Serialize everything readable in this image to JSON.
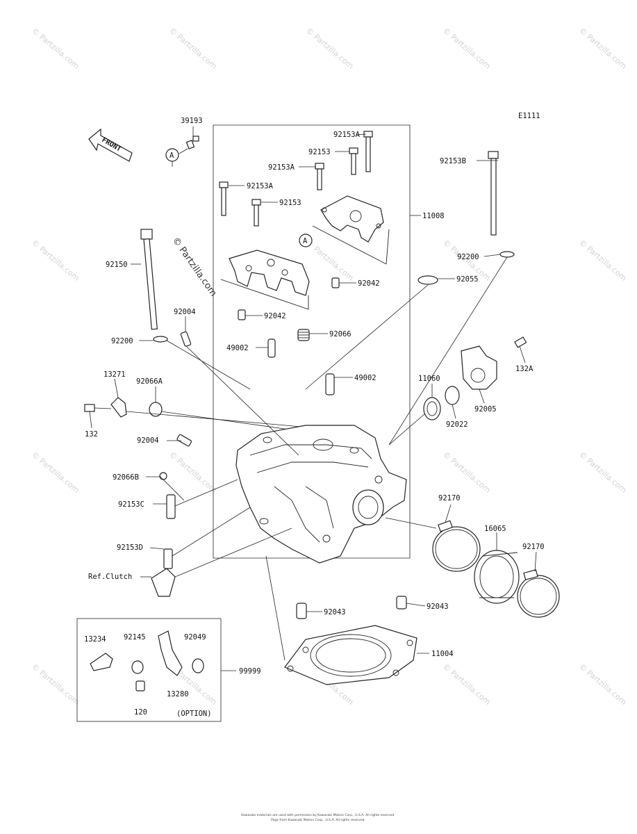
{
  "diagram_code": "E1111",
  "front_arrow_text": "FRONT",
  "watermark_text": "© Partzilla.com",
  "callout_letter": "A",
  "parts": {
    "p39193": "39193",
    "p92153A_1": "92153A",
    "p92153_1": "92153",
    "p92153A_2": "92153A",
    "p92153B": "92153B",
    "p92153A_3": "92153A",
    "p92153_2": "92153",
    "p11008": "11008",
    "p92150": "92150",
    "p92200_1": "92200",
    "p92042_1": "92042",
    "p92055": "92055",
    "p92004_1": "92004",
    "p92042_2": "92042",
    "p92066": "92066",
    "p92200_2": "92200",
    "p49002_1": "49002",
    "p132A": "132A",
    "p13271": "13271",
    "p92066A": "92066A",
    "p49002_2": "49002",
    "p11060": "11060",
    "p132": "132",
    "p92005": "92005",
    "p92022": "92022",
    "p92004_2": "92004",
    "p92066B": "92066B",
    "p92170_1": "92170",
    "p92153C": "92153C",
    "p16065": "16065",
    "p92170_2": "92170",
    "p92153D": "92153D",
    "ref_clutch": "Ref.Clutch",
    "p92043_1": "92043",
    "p92043_2": "92043",
    "p13234": "13234",
    "p92145": "92145",
    "p92049": "92049",
    "p11004": "11004",
    "p99999": "99999",
    "p13280": "13280",
    "p120": "120",
    "option": "(OPTION)"
  },
  "footer_line1": "Kawasaki materials are used with permission by Kawasaki Motors Corp., U.S.A. All rights reserved.",
  "footer_line2": "Page from Kawasaki Motors Corp., U.S.A. All rights reserved."
}
